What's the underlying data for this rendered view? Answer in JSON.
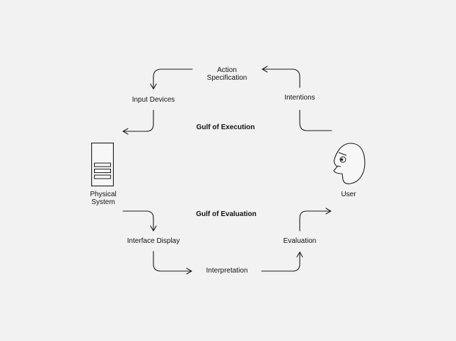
{
  "diagram": {
    "action_specification": [
      "Action",
      "Specification"
    ],
    "intentions": "Intentions",
    "input_devices": "Input Devices",
    "gulf_of_execution": "Gulf of Execution",
    "physical_system": [
      "Physical",
      "System"
    ],
    "user": "User",
    "gulf_of_evaluation": "Gulf of Evaluation",
    "interface_display": "Interface Display",
    "evaluation": "Evaluation",
    "interpretation": "Interpretation"
  },
  "icons": {
    "system": "computer-tower-icon",
    "user": "user-head-icon"
  },
  "colors": {
    "background": "#f2f2f2",
    "stroke": "#1a1a1a",
    "text": "#111111"
  }
}
